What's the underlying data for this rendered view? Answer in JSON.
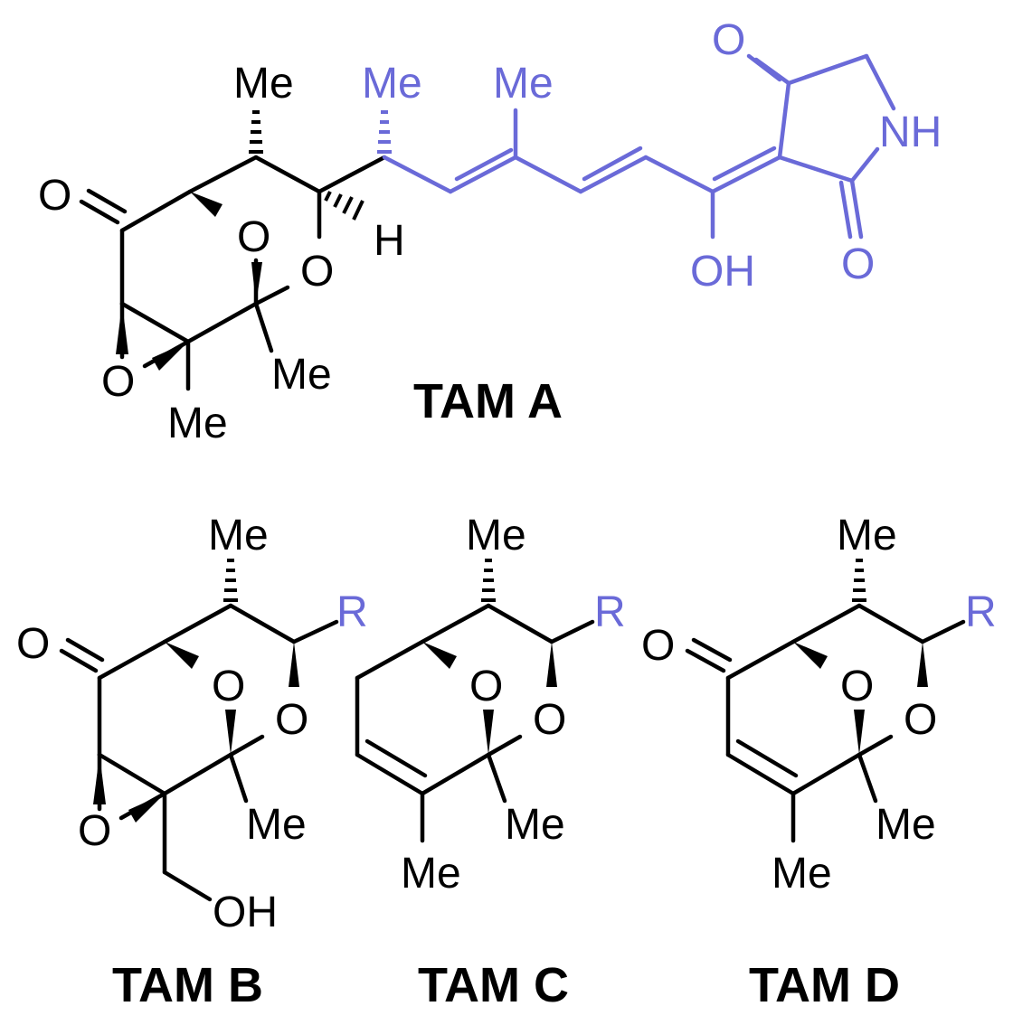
{
  "tam_a": {
    "title": "TAM A",
    "labels": {
      "me_top": "Me",
      "me_blue1": "Me",
      "me_blue2": "Me",
      "o_ketone": "O",
      "o_ring1": "O",
      "o_ring2": "O",
      "h": "H",
      "o_epox": "O",
      "me_bottom": "Me",
      "me_right": "Me",
      "oh": "OH",
      "o_top": "O",
      "nh": "NH",
      "o_bottom": "O"
    }
  },
  "tam_b": {
    "title": "TAM B",
    "labels": {
      "me_top": "Me",
      "r": "R",
      "o_ketone": "O",
      "o_ring1": "O",
      "o_ring2": "O",
      "o_epox": "O",
      "me_right": "Me",
      "oh": "OH"
    }
  },
  "tam_c": {
    "title": "TAM C",
    "labels": {
      "me_top": "Me",
      "r": "R",
      "o_ring1": "O",
      "o_ring2": "O",
      "me_right": "Me",
      "me_bottom": "Me"
    }
  },
  "tam_d": {
    "title": "TAM D",
    "labels": {
      "me_top": "Me",
      "r": "R",
      "o_ketone": "O",
      "o_ring1": "O",
      "o_ring2": "O",
      "me_right": "Me",
      "me_bottom": "Me"
    }
  },
  "colors": {
    "black": "#000000",
    "blue": "#6a6ad8"
  }
}
